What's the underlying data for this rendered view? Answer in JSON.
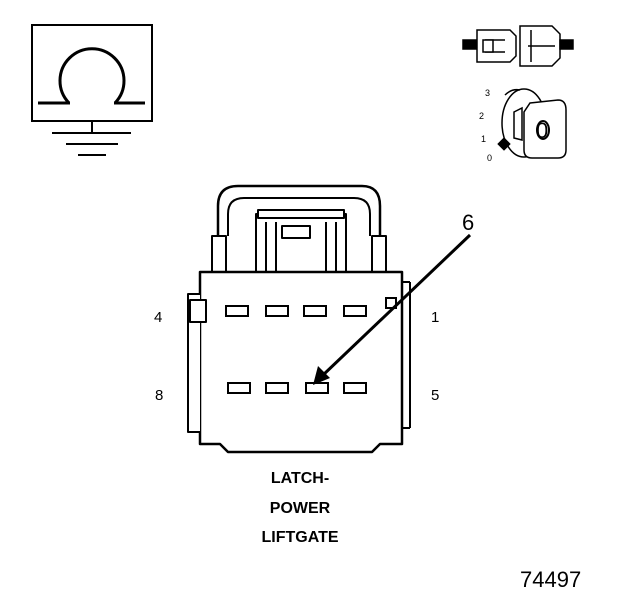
{
  "diagram": {
    "callout": "6",
    "pins": {
      "top_left": "4",
      "top_right": "1",
      "bottom_left": "8",
      "bottom_right": "5"
    },
    "caption": [
      "LATCH-",
      "POWER",
      "LIFTGATE"
    ],
    "figure_number": "74497",
    "ignition_positions": [
      "3",
      "2",
      "1",
      "0"
    ],
    "key_label": "0",
    "icons": [
      "ohmmeter-ground-icon",
      "connector-plug-icon",
      "ignition-key-icon"
    ]
  }
}
